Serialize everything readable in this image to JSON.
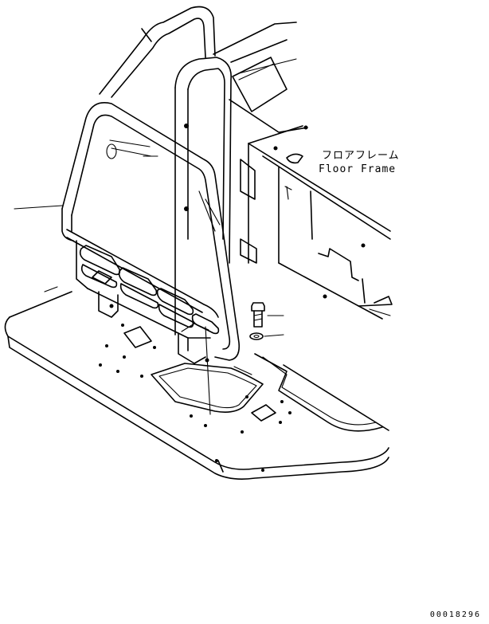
{
  "labels": {
    "floor_frame_jp": "フロアフレーム",
    "floor_frame_en": "Floor Frame"
  },
  "drawing_number": "00018296"
}
